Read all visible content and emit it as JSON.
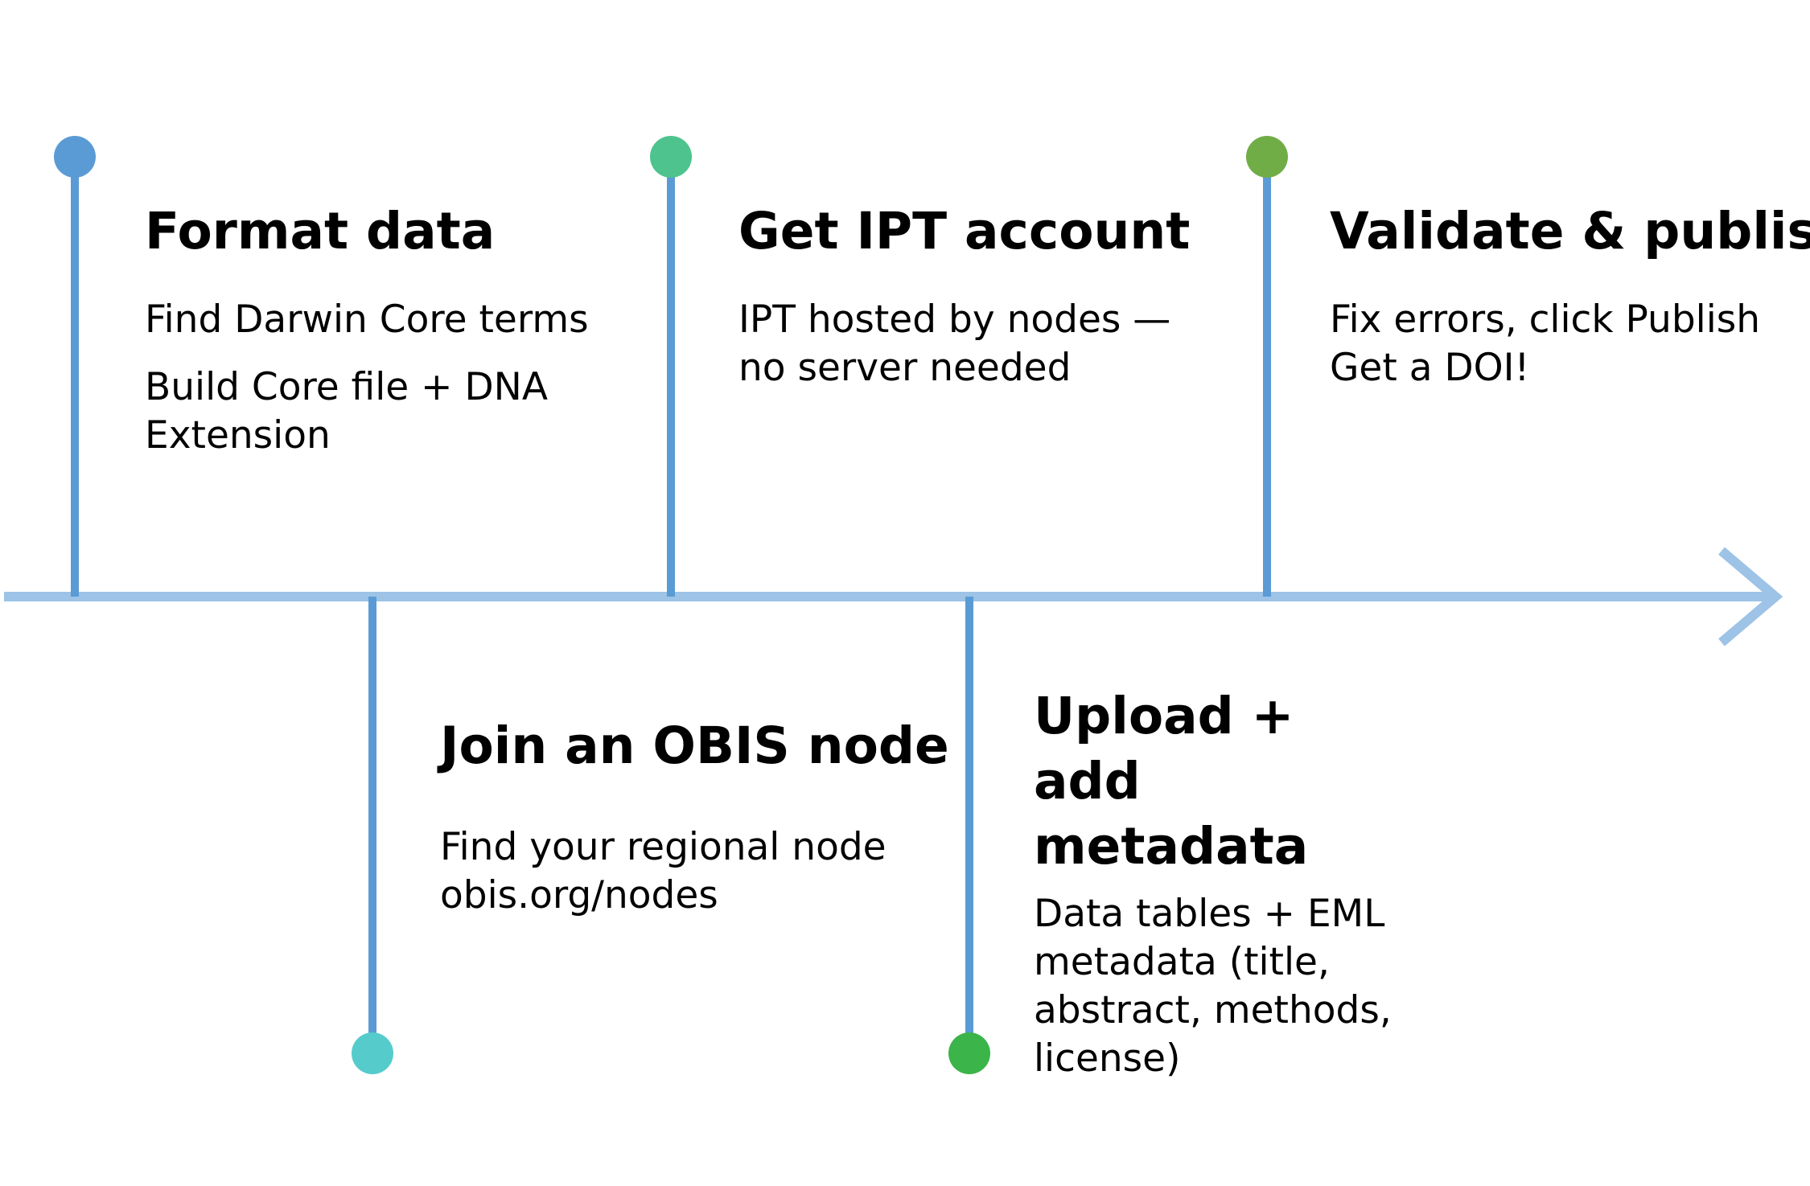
{
  "steps": [
    {
      "title": "Format data",
      "lines": [
        "Find Darwin Core terms",
        "Build Core file + DNA Extension"
      ],
      "color": "#5b9bd5",
      "side": "top"
    },
    {
      "title": "Join an OBIS node",
      "lines": [
        "Find your regional node",
        "obis.org/nodes"
      ],
      "color": "#56cbcc",
      "side": "bottom"
    },
    {
      "title": "Get IPT account",
      "lines": [
        "IPT hosted by nodes — no server needed"
      ],
      "color": "#4ec38d",
      "side": "top"
    },
    {
      "title": "Upload + add metadata",
      "lines": [
        "Data tables + EML metadata (title, abstract, methods, license)"
      ],
      "color": "#3bb54a",
      "side": "bottom"
    },
    {
      "title": "Validate & publish",
      "lines": [
        "Fix errors, click Publish",
        "Get a DOI!"
      ],
      "color": "#70ad47",
      "side": "top"
    }
  ],
  "colors": {
    "connector": "#5b9bd5",
    "axis": "#9dc3e6"
  }
}
